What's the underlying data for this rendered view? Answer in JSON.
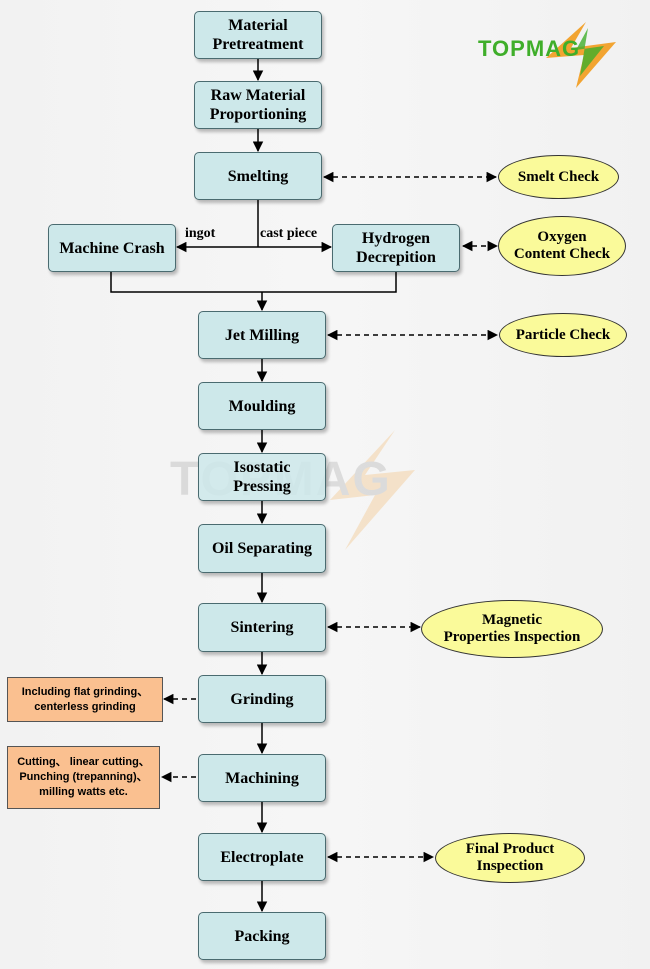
{
  "brand": {
    "logo_text": "TOPMAG",
    "watermark_text": "TOPMAG",
    "colors": {
      "green": "#3fae2a",
      "orange": "#f29b1c",
      "watermark": "#c9c9c9"
    }
  },
  "process_steps": {
    "material_pretreatment": "Material\nPretreatment",
    "raw_material_proportioning": "Raw Material\nProportioning",
    "smelting": "Smelting",
    "machine_crash": "Machine Crash",
    "hydrogen_decrepition": "Hydrogen\nDecrepition",
    "jet_milling": "Jet Milling",
    "moulding": "Moulding",
    "isostatic_pressing": "Isostatic\nPressing",
    "oil_separating": "Oil Separating",
    "sintering": "Sintering",
    "grinding": "Grinding",
    "machining": "Machining",
    "electroplate": "Electroplate",
    "packing": "Packing"
  },
  "branch_labels": {
    "ingot": "ingot",
    "cast_piece": "cast piece"
  },
  "checks": {
    "smelt_check": "Smelt Check",
    "oxygen_content_check": "Oxygen\nContent  Check",
    "particle_check": "Particle Check",
    "magnetic_properties_inspection": "Magnetic\nProperties Inspection",
    "final_product_inspection": "Final Product\nInspection"
  },
  "notes": {
    "grinding_note": "Including flat grinding、\ncenterless grinding",
    "machining_note": "Cutting、 linear cutting、\nPunching (trepanning)、\nmilling watts etc."
  },
  "colors": {
    "process_fill": "#cde8ea",
    "check_fill": "#fafa9a",
    "note_fill": "#fac090",
    "line": "#000000"
  }
}
